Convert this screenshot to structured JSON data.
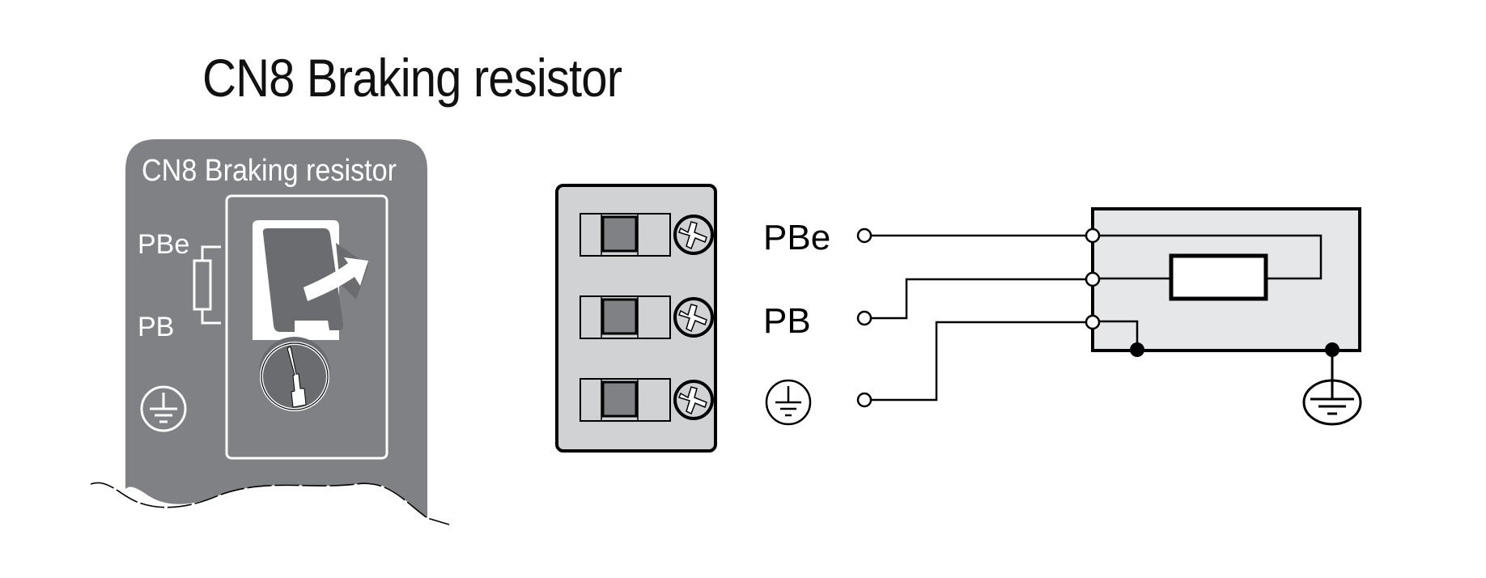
{
  "title": "CN8 Braking resistor",
  "device_label": {
    "header": "CN8 Braking resistor",
    "terminal_pbe": "PBe",
    "terminal_pb": "PB",
    "earth_symbol": "protective-earth-icon",
    "instruction_icons": [
      "open-cover-arrow-icon",
      "screwdriver-icon"
    ]
  },
  "terminal_block": {
    "rows": [
      {
        "name": "PBe",
        "label": "PBe",
        "screw": "screw-icon"
      },
      {
        "name": "PB",
        "label": "PB",
        "screw": "screw-icon"
      },
      {
        "name": "PE",
        "label": "",
        "symbol": "protective-earth-icon",
        "screw": "screw-icon"
      }
    ]
  },
  "wiring": {
    "connections": [
      {
        "from": "PBe",
        "to": "resistor-terminal-1"
      },
      {
        "from": "PB",
        "to": "resistor-terminal-2"
      },
      {
        "from": "PE",
        "to": "resistor-housing-ground"
      }
    ],
    "external_ground": "protective-earth-icon"
  },
  "colors": {
    "panel_gray": "#808185",
    "panel_dark": "#6b6c70",
    "block_fill": "#d1d2d4",
    "resistor_box_fill": "#e6e7e8",
    "stroke": "#000000",
    "label_white": "#ffffff"
  }
}
